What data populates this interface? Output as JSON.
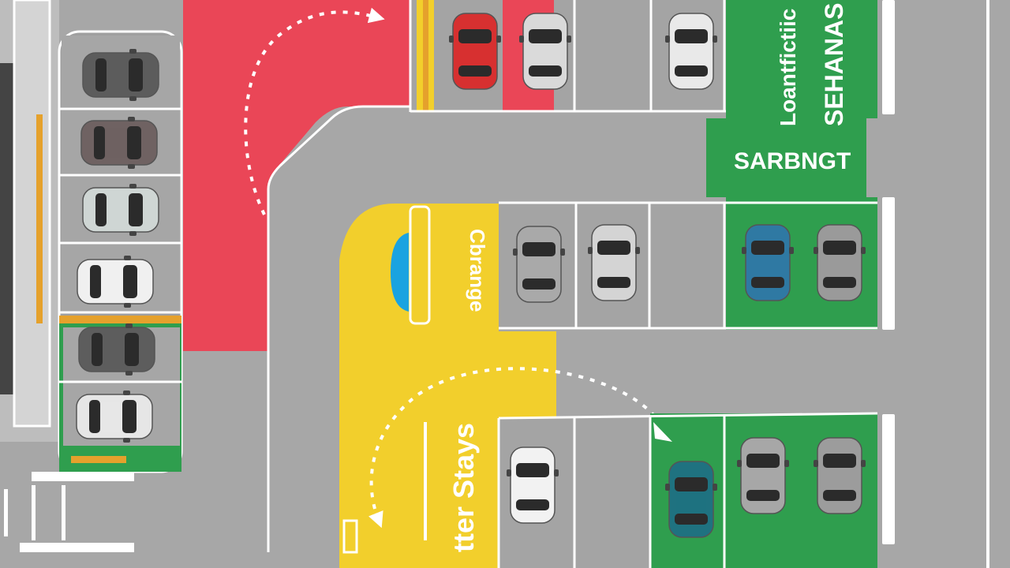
{
  "scene": {
    "zones": {
      "red": "#ea4657",
      "yellow": "#f2cf2c",
      "green": "#2f9e4e",
      "asphalt": "#a7a7a7",
      "sidewalk": "#bdbdbd"
    },
    "labels": {
      "green_vertical_left": "Loantfictiic",
      "green_vertical_right": "SEHANAS",
      "green_horizontal": "SARBNGT",
      "yellow_vertical_top": "Cbrange",
      "yellow_vertical_bottom": "tter Stays"
    },
    "car_colors": [
      "#5c5c5c",
      "#6f6262",
      "#cfd6d4",
      "#f0f0f0",
      "#5d5d5d",
      "#e6e6e6",
      "#d73030",
      "#d9d9d9",
      "#e9e9e9",
      "#a9a9a9",
      "#d4d4d4",
      "#2f79a3",
      "#9a9a9a",
      "#f2f2f2",
      "#1f7280",
      "#a7a7a7",
      "#9c9c9c"
    ]
  }
}
